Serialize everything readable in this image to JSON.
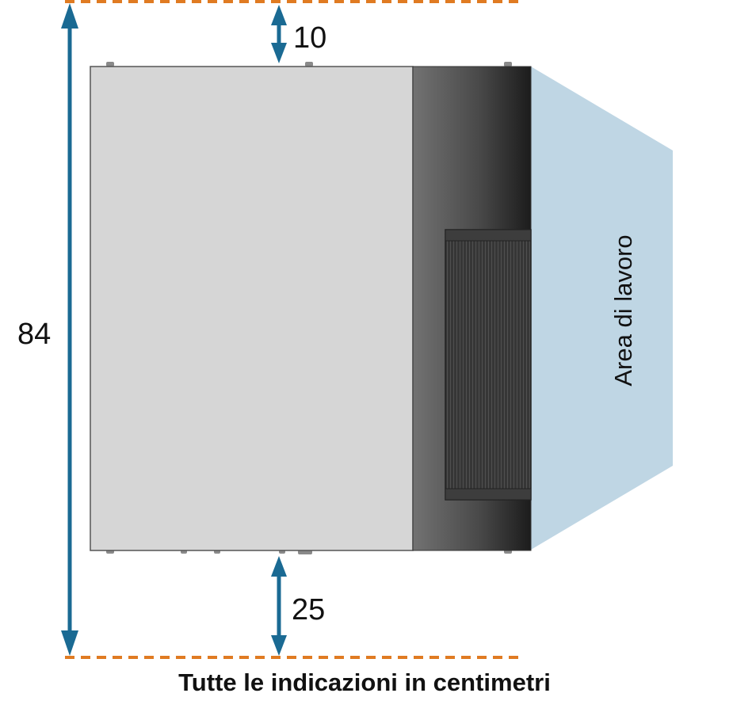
{
  "diagram": {
    "dimension_total": "84",
    "dimension_top": "10",
    "dimension_bottom": "25",
    "work_area_label": "Area di lavoro",
    "footnote": "Tutte le indicazioni in centimetri"
  },
  "colors": {
    "arrow": "#1a6a93",
    "boundary_line": "#e07b22",
    "cabinet_body": "#d6d6d6",
    "cabinet_outline": "#555555",
    "side_panel_light": "#727272",
    "side_panel_dark": "#1c1c1c",
    "work_area": "#bfd6e4"
  }
}
